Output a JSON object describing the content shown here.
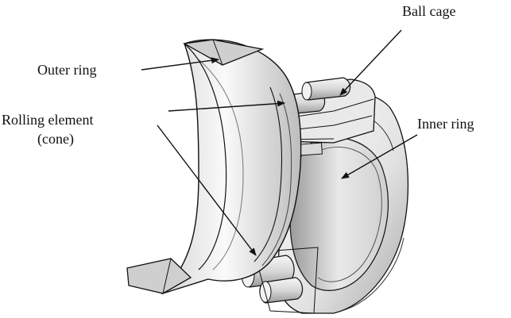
{
  "labels": {
    "outer_ring": "Outer ring",
    "ball_cage": "Ball cage",
    "inner_ring": "Inner ring",
    "rolling_element_line1": "Rolling element",
    "rolling_element_line2": "(cone)"
  },
  "colors": {
    "line": "#111111",
    "metal_light": "#f4f4f4",
    "metal_mid": "#cfcfcf",
    "metal_dark": "#8e8e8e",
    "background": "#ffffff"
  }
}
